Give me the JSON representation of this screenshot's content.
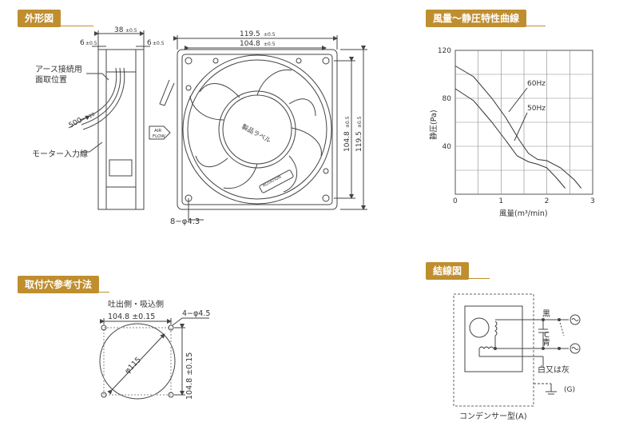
{
  "sections": {
    "outline": "外形図",
    "characteristics": "風量～静圧特性曲線",
    "mounting": "取付穴参考寸法",
    "wiring": "結線図"
  },
  "outline": {
    "dim_depth": "38",
    "dim_depth_tol": "±0.5",
    "dim_side_left": "6",
    "dim_side_right": "6",
    "dim_side_tol": "±0.5",
    "dim_outer_width": "119.5",
    "dim_inner_width": "104.8",
    "dim_tol": "±0.5",
    "dim_inner_height": "104.8",
    "dim_outer_height": "119.5",
    "ground_label_1": "アース接続用",
    "ground_label_2": "面取位置",
    "cable_length": "500",
    "cable_tol": "+20",
    "motor_label": "モーター入力線",
    "airflow_1": "AIR",
    "airflow_2": "FLOW",
    "product_label": "製品ラベル",
    "rotation": "ROTATION",
    "hole_label": "8−φ4.3"
  },
  "chart_data": {
    "type": "line",
    "xlabel": "風量(m³/min)",
    "ylabel": "静圧(Pa)",
    "xlim": [
      0,
      3
    ],
    "ylim": [
      0,
      120
    ],
    "x_ticks": [
      "0",
      "1",
      "2",
      "3"
    ],
    "y_ticks": [
      "40",
      "80",
      "120"
    ],
    "grid": true,
    "series": [
      {
        "name": "60Hz",
        "x": [
          0,
          0.4,
          0.8,
          1.1,
          1.4,
          1.6,
          1.8,
          2.0,
          2.3,
          2.6,
          2.75
        ],
        "y": [
          107,
          98,
          80,
          64,
          45,
          34,
          29,
          28,
          22,
          12,
          5
        ]
      },
      {
        "name": "50Hz",
        "x": [
          0,
          0.4,
          0.8,
          1.1,
          1.35,
          1.6,
          1.8,
          2.0,
          2.2,
          2.4
        ],
        "y": [
          88,
          78,
          60,
          45,
          32,
          27,
          25,
          22,
          14,
          5
        ]
      }
    ]
  },
  "mounting": {
    "side_label": "吐出側・吸込側",
    "dim_h": "104.8 ±0.15",
    "dim_v": "104.8 ±0.15",
    "hole_label": "4−φ4.5",
    "diameter": "φ115"
  },
  "wiring": {
    "black": "黒",
    "cap": "C",
    "blue": "青",
    "note": "白又は灰",
    "ground": "(G)",
    "capacitor": "コンデンサー型(A)"
  }
}
